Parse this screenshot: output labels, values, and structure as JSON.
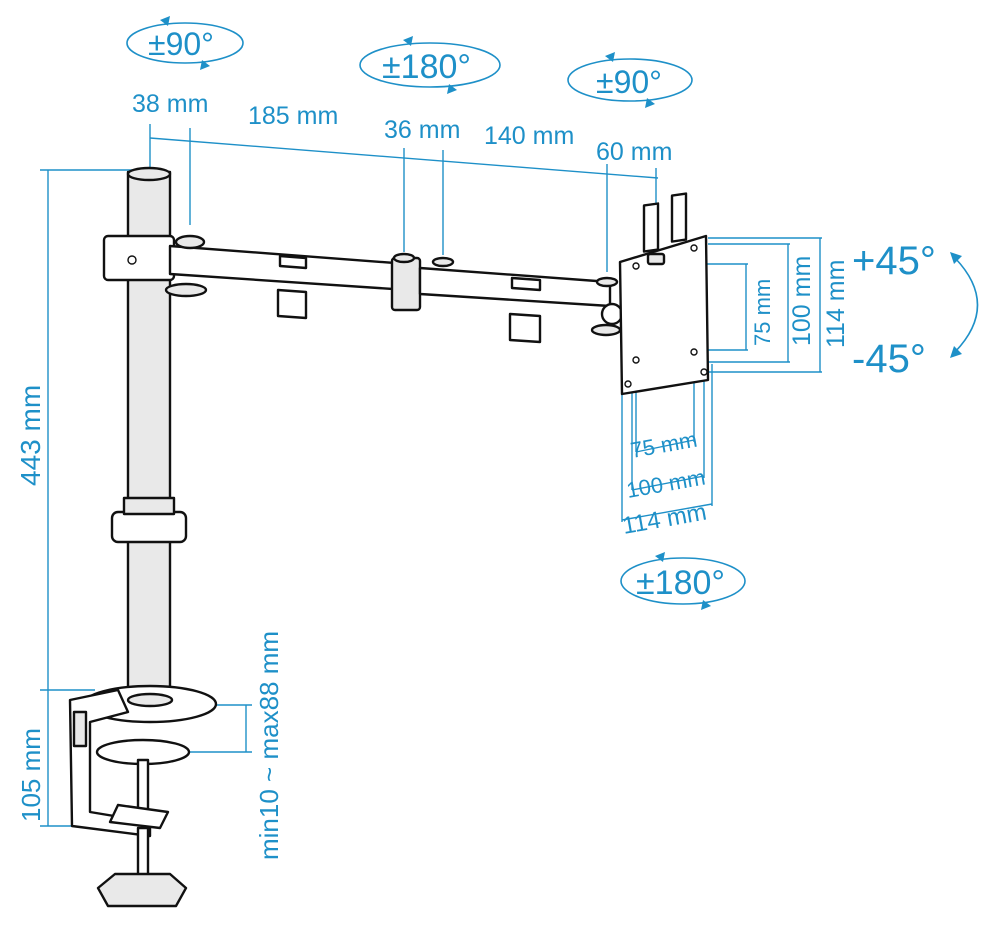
{
  "labels": {
    "rot_top_left": "±90°",
    "rot_top_mid": "±180°",
    "rot_top_right": "±90°",
    "rot_bottom": "±180°",
    "tilt_plus": "+45°",
    "tilt_minus": "-45°",
    "dim_38": "38 mm",
    "dim_185": "185 mm",
    "dim_36": "36 mm",
    "dim_140": "140 mm",
    "dim_60": "60 mm",
    "dim_443": "443 mm",
    "dim_105": "105 mm",
    "dim_clamp": "min10 ~ max88 mm",
    "vesa_v75": "75 mm",
    "vesa_v100": "100 mm",
    "vesa_v114": "114 mm",
    "vesa_h75": "75 mm",
    "vesa_h100": "100 mm",
    "vesa_h114": "114 mm"
  },
  "colors": {
    "dimension": "#1e90c8",
    "outline": "#111111"
  }
}
